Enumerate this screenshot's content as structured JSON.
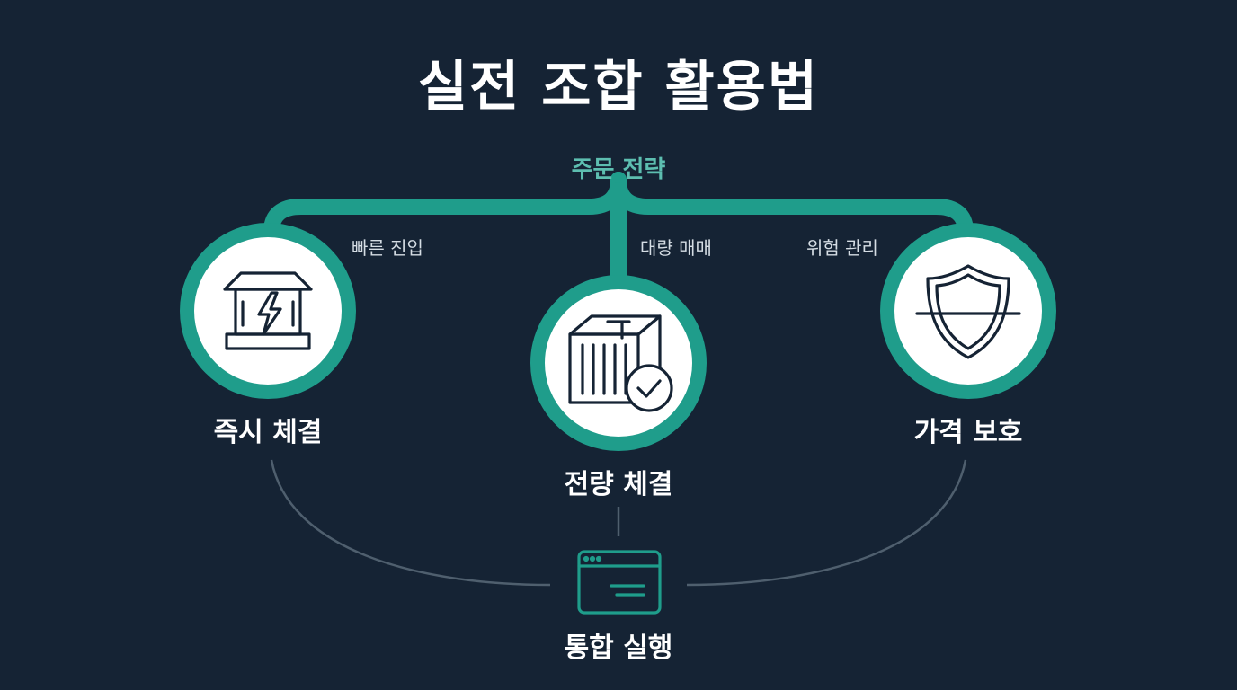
{
  "title": "실전 조합 활용법",
  "root": {
    "label": "주문 전략"
  },
  "branches": [
    {
      "id": "instant",
      "edge_label": "빠른 진입",
      "label": "즉시 체결",
      "icon": "lightning-fuse-icon"
    },
    {
      "id": "volume",
      "edge_label": "대량 매매",
      "label": "전량 체결",
      "icon": "container-check-icon"
    },
    {
      "id": "price",
      "edge_label": "위험 관리",
      "label": "가격 보호",
      "icon": "shield-icon"
    }
  ],
  "merge": {
    "label": "통합 실행",
    "icon": "browser-window-icon"
  },
  "colors": {
    "background": "#152334",
    "accent": "#1f9d8b",
    "root_label": "#5dbeb0",
    "connector": "#4f5f6e",
    "node_fill": "#ffffff",
    "icon_stroke": "#152334"
  }
}
